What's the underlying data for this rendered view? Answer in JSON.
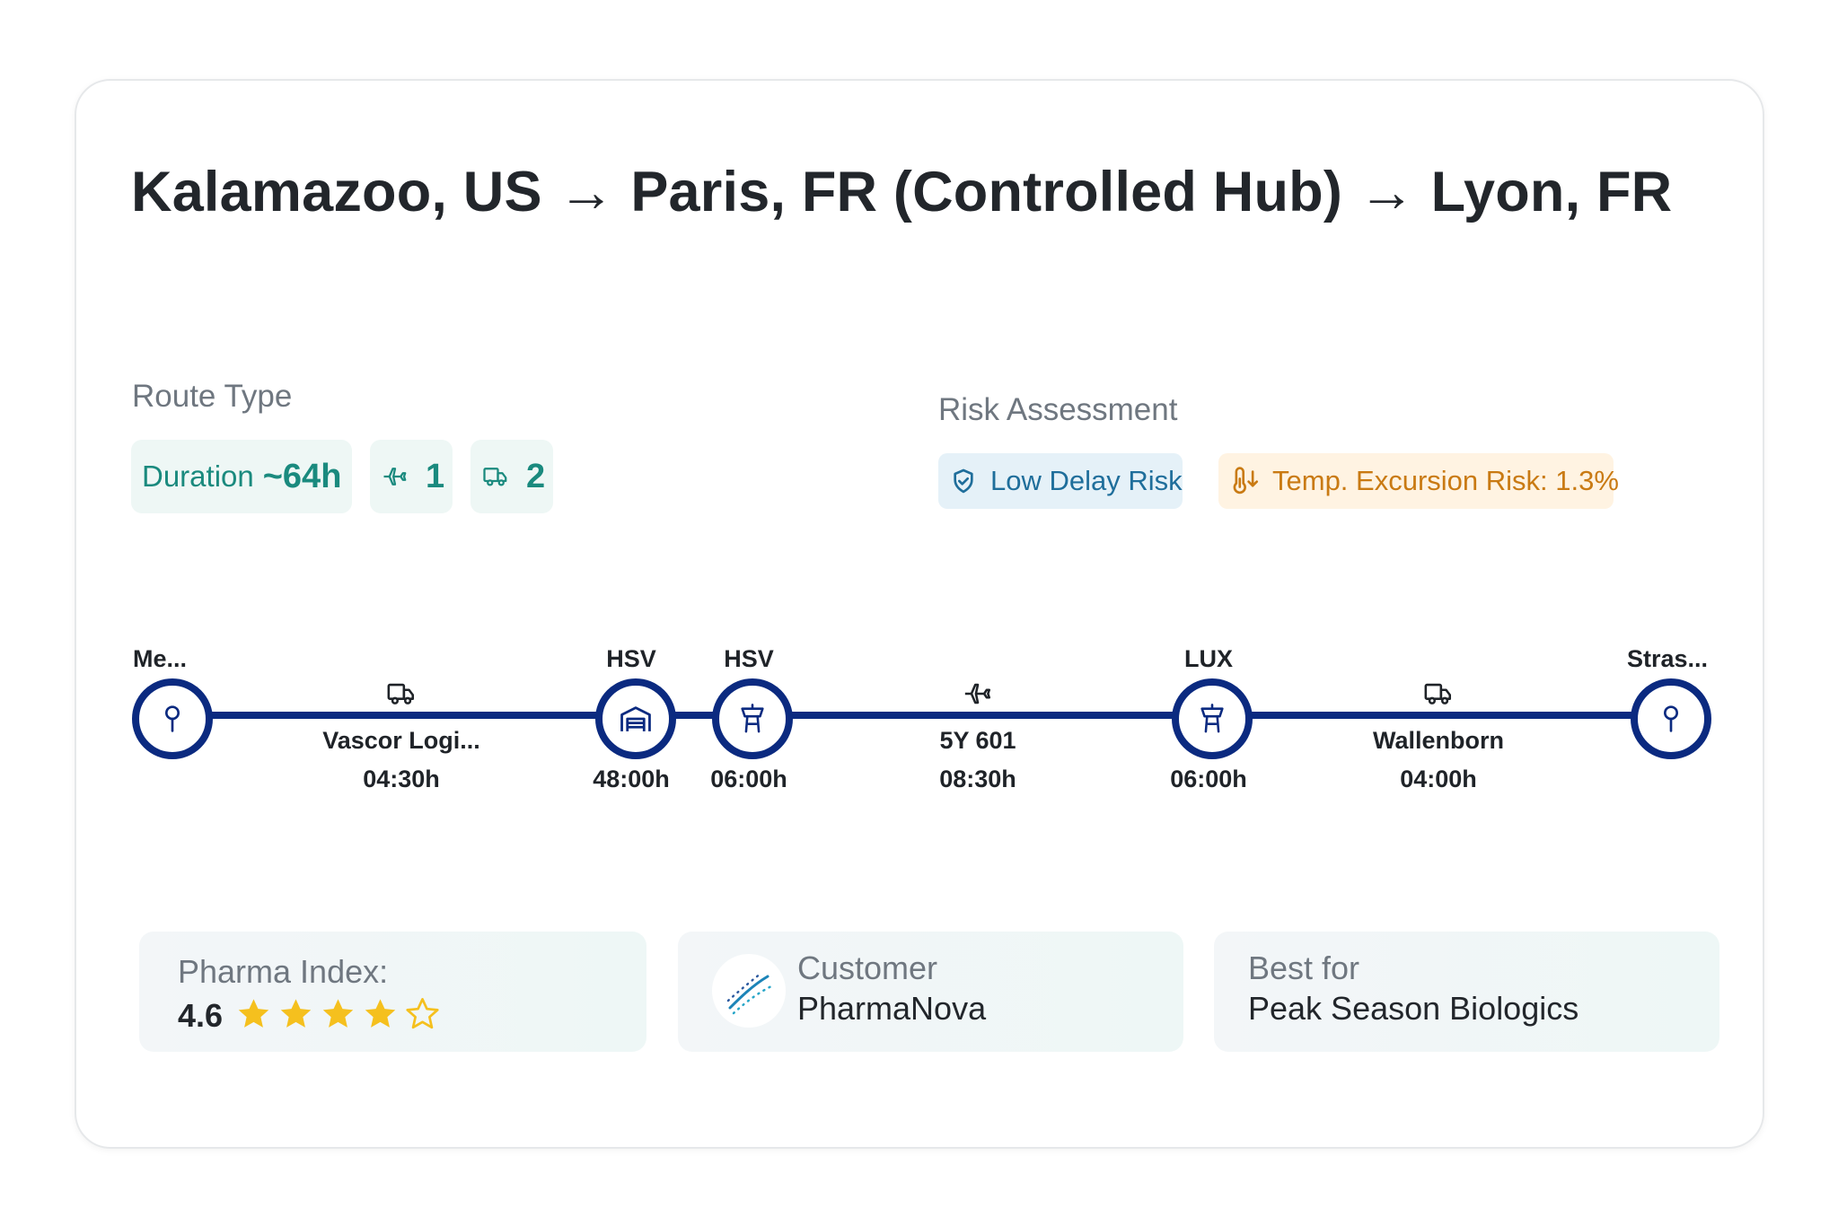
{
  "route_title": "Kalamazoo, US → Paris, FR (Controlled Hub) → Lyon, FR",
  "route_type": {
    "label": "Route Type",
    "duration_label": "Duration",
    "duration_value": "~64h",
    "flight_count": "1",
    "truck_count": "2",
    "flight_icon": "plane-icon",
    "truck_icon": "truck-icon"
  },
  "risk": {
    "label": "Risk Assessment",
    "delay": "Low Delay Risk",
    "delay_icon": "shield-check-icon",
    "temp": "Temp. Excursion Risk: 1.3%",
    "temp_icon": "thermometer-down-icon"
  },
  "timeline": {
    "nodes": [
      {
        "code": "Me...",
        "icon": "pin-icon",
        "duration": ""
      },
      {
        "code": "HSV",
        "icon": "warehouse-icon",
        "duration": "48:00h"
      },
      {
        "code": "HSV",
        "icon": "airport-tower-icon",
        "duration": "06:00h"
      },
      {
        "code": "LUX",
        "icon": "airport-tower-icon",
        "duration": "06:00h"
      },
      {
        "code": "Stras...",
        "icon": "pin-icon",
        "duration": ""
      }
    ],
    "legs": [
      {
        "icon": "truck-icon",
        "name": "Vascor Logi...",
        "duration": "04:30h"
      },
      {
        "icon": "plane-icon",
        "name": "5Y 601",
        "duration": "08:30h"
      },
      {
        "icon": "truck-icon",
        "name": "Wallenborn",
        "duration": "04:00h"
      }
    ]
  },
  "pharma_index": {
    "label": "Pharma Index:",
    "value": "4.6",
    "stars_filled": 4,
    "stars_total": 5
  },
  "customer": {
    "label": "Customer",
    "name": "PharmaNova",
    "logo_icon": "pharmanova-logo-icon"
  },
  "best_for": {
    "label": "Best for",
    "value": "Peak Season Biologics"
  },
  "colors": {
    "route_navy": "#0b2a80",
    "teal": "#1a8a7e",
    "risk_blue": "#1f6e9b",
    "risk_orange": "#c97a13",
    "star": "#f5c01e"
  }
}
